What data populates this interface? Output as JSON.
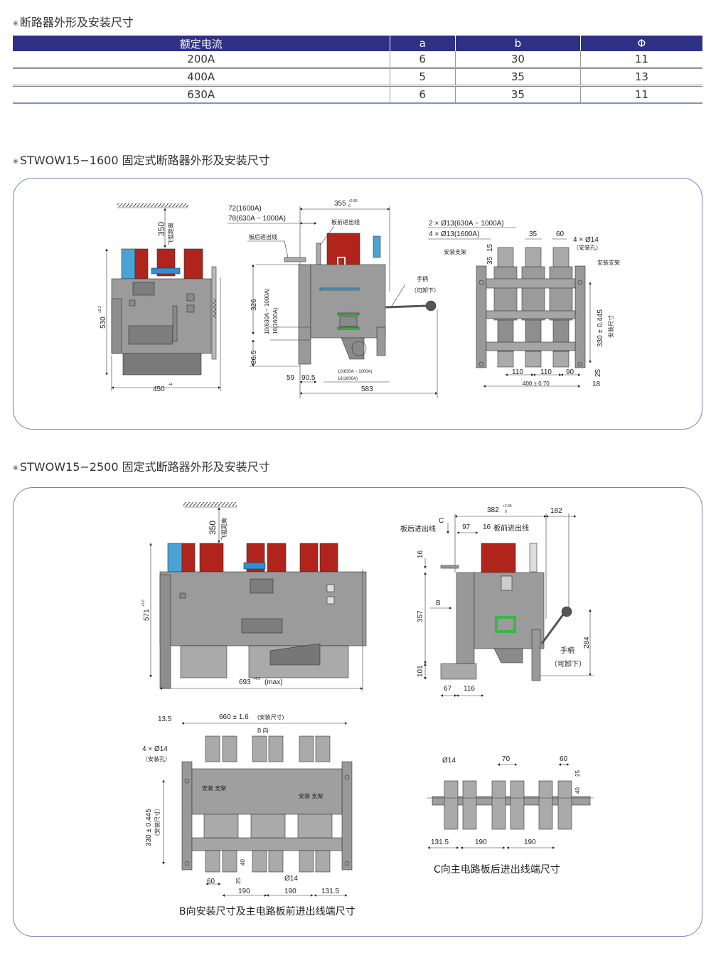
{
  "section1": {
    "title": "断路器外形及安装尺寸",
    "table": {
      "headers": [
        "额定电流",
        "a",
        "b",
        "Φ"
      ],
      "rows": [
        [
          "200A",
          "6",
          "30",
          "11"
        ],
        [
          "400A",
          "5",
          "35",
          "13"
        ],
        [
          "630A",
          "6",
          "35",
          "11"
        ]
      ]
    }
  },
  "section2": {
    "title": "STWOW15−1600 固定式断路器外形及安装尺寸",
    "front": {
      "d350": "350",
      "arc": "飞弧距离",
      "d530": "530",
      "d530_tol": "±3.3",
      "d450": "450",
      "d450_tol": "+4"
    },
    "side": {
      "d355": "355",
      "d355_tol": "+2.85",
      "d355_low": "0",
      "l72": "72(1600A)",
      "l78": "78(630A ~ 1000A)",
      "front_wiring": "板前进出线",
      "rear_wiring": "板后进出线",
      "d326": "326",
      "d10": "10(630A ~ 1000A)",
      "d16": "16(1600A)",
      "d86": "86.5",
      "d59": "59",
      "d90": "90.5",
      "b10": "10(630A ~ 1000A)",
      "b16": "16(1600A)",
      "d583": "583",
      "handle": "手柄",
      "removable": "（可卸下）"
    },
    "rear": {
      "h2": "2 × Ø13(630A ~ 1000A)",
      "h4": "4 × Ø13(1600A)",
      "d35a": "35",
      "d60": "60",
      "holes": "4 × Ø14",
      "holes_note": "（安装孔）",
      "bracket_l": "安装支架",
      "bracket_r": "安装支架",
      "d15": "15",
      "d35": "35",
      "d330": "330 ± 0.445",
      "mount": "安装尺寸",
      "d110a": "110",
      "d110b": "110",
      "d90": "90",
      "d400": "400 ± 0.70",
      "d25": "25",
      "d18": "18"
    }
  },
  "section3": {
    "title": "STWOW15−2500 固定式断路器外形及安装尺寸",
    "front": {
      "d350": "350",
      "arc": "飞弧距离",
      "d571": "571",
      "d571_tol": "+3.6",
      "d693": "693",
      "d693_tol": "+4.6",
      "max": "(max)"
    },
    "side": {
      "d382": "382",
      "d382_tol": "+2.65",
      "d382_low": "0",
      "d182": "182",
      "c": "C",
      "rear_wiring": "板后进出线",
      "d97": "97",
      "d16a": "16",
      "front_wiring": "板前进出线",
      "d16": "16",
      "b": "B",
      "d357": "357",
      "d101": "101",
      "d67": "67",
      "d116": "116",
      "d284": "284",
      "handle": "手柄",
      "removable": "（可卸下）"
    },
    "bview": {
      "d13": "13.5",
      "d660": "660 ± 1.6",
      "mount": "(安装尺寸)",
      "bdir": "B 向",
      "holes": "4 × Ø14",
      "holes_note": "（安装孔）",
      "bracket_l": "安装  支架",
      "bracket_r": "安装  支架",
      "d330": "330 ± 0.445",
      "mount2": "（安装尺寸）",
      "d40": "40",
      "d25": "25",
      "d14": "Ø14",
      "d60": "60",
      "d190a": "190",
      "d190b": "190",
      "d131": "131.5",
      "caption": "B向安装尺寸及主电路板前进出线端尺寸"
    },
    "cview": {
      "d14": "Ø14",
      "d70": "70",
      "d60": "60",
      "d25": "25",
      "d40": "40",
      "d131": "131.5",
      "d190a": "190",
      "d190b": "190",
      "caption": "C向主电路板后进出线端尺寸"
    }
  },
  "colors": {
    "header": "#2e3184",
    "frame": "#7c7fc0",
    "body": "#9b9b9b",
    "pole": "#b0241c",
    "accent_blue": "#4aa3d6",
    "green": "#3cb54a"
  }
}
